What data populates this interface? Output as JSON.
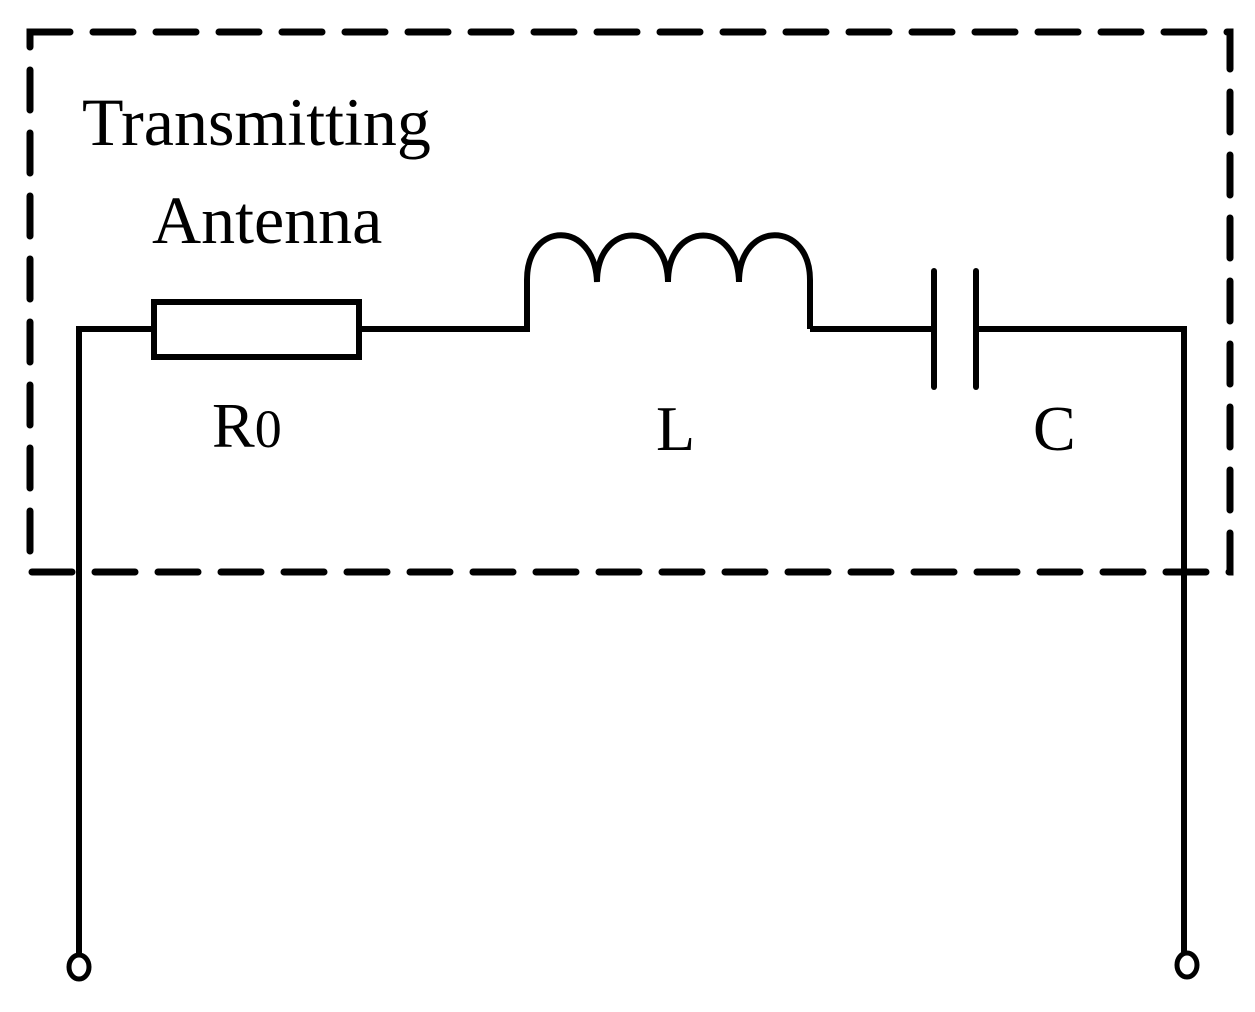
{
  "diagram": {
    "title_line1": "Transmitting",
    "title_line2": "Antenna",
    "components": [
      {
        "type": "resistor",
        "label": "R",
        "subscript": "0"
      },
      {
        "type": "inductor",
        "label": "L"
      },
      {
        "type": "capacitor",
        "label": "C"
      }
    ],
    "terminals": [
      "left-terminal",
      "right-terminal"
    ],
    "colors": {
      "stroke": "#000000",
      "background": "#ffffff"
    }
  }
}
